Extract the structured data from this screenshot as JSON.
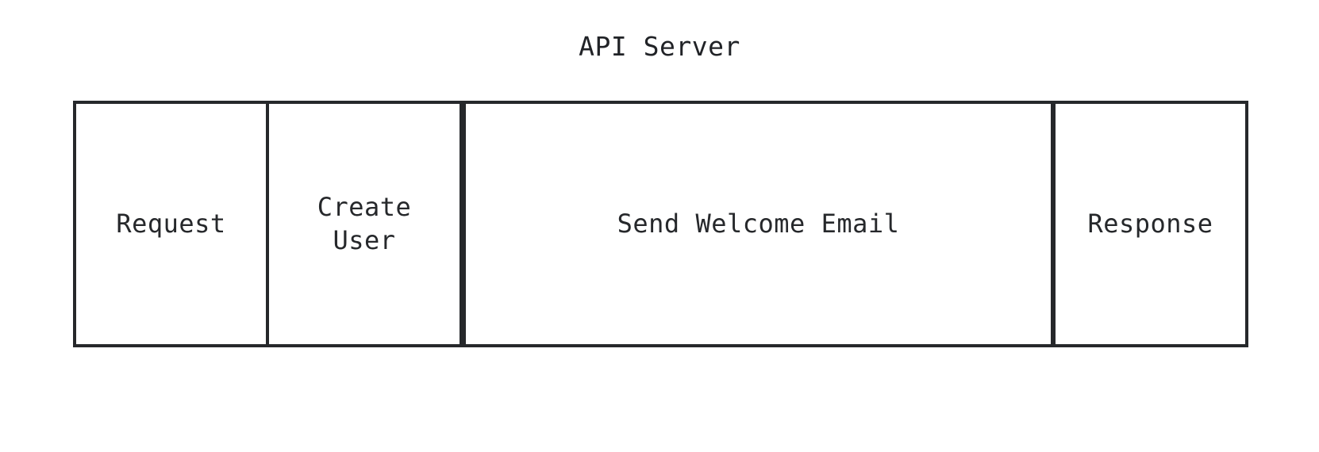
{
  "diagram": {
    "title": "API Server",
    "colors": {
      "stroke": "#26282b",
      "text": "#26282b",
      "background": "#ffffff"
    },
    "spans": [
      {
        "label": "Request"
      },
      {
        "label": "Create User"
      },
      {
        "label": "Send Welcome Email"
      },
      {
        "label": "Response"
      }
    ]
  }
}
